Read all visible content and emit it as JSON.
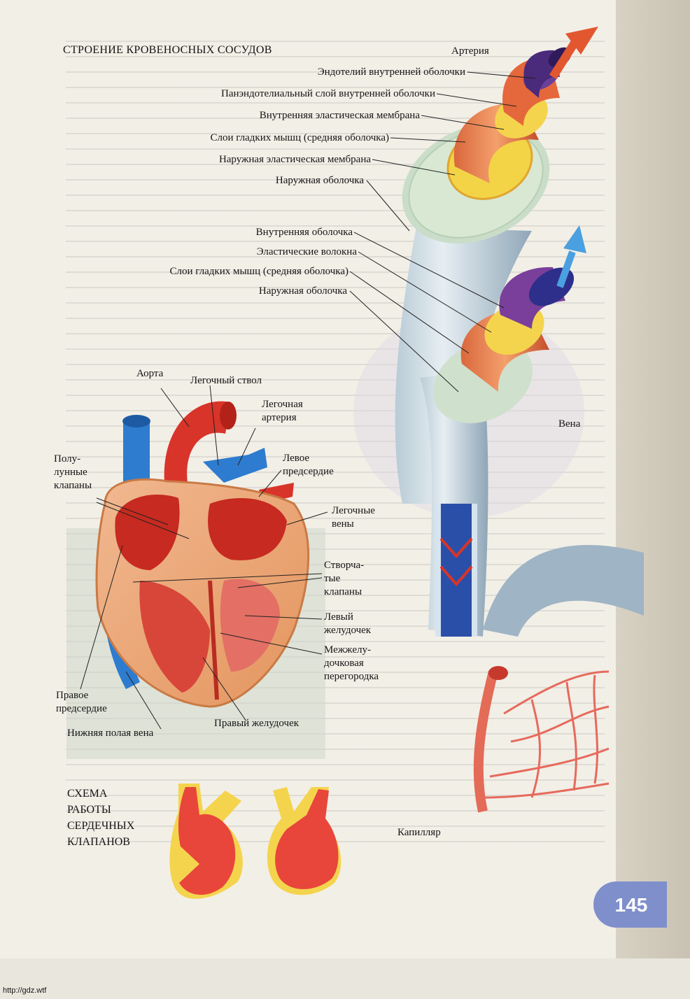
{
  "title": "СТРОЕНИЕ КРОВЕНОСНЫХ СОСУДОВ",
  "artery": {
    "title": "Артерия",
    "layers": [
      "Эндотелий внутренней оболочки",
      "Панэндотелиальный слой внутренней оболочки",
      "Внутренняя эластическая мембрана",
      "Слои гладких мышц (средняя оболочка)",
      "Наружная эластическая мембрана",
      "Наружная оболочка"
    ]
  },
  "vein": {
    "title": "Вена",
    "layers": [
      "Внутренняя оболочка",
      "Эластические волокна",
      "Слои гладких мышц (средняя оболочка)",
      "Наружная оболочка"
    ]
  },
  "capillary": {
    "label": "Капилляр"
  },
  "heart": {
    "aorta": "Аорта",
    "pulmonary_trunk": "Легочный ствол",
    "pulmonary_artery": [
      "Легочная",
      "артерия"
    ],
    "semilunar_valves": [
      "Полу-",
      "лунные",
      "клапаны"
    ],
    "left_atrium": [
      "Левое",
      "предсердие"
    ],
    "pulmonary_veins": [
      "Легочные",
      "вены"
    ],
    "cuspid_valves": [
      "Створча-",
      "тые",
      "клапаны"
    ],
    "left_ventricle": [
      "Левый",
      "желудочек"
    ],
    "septum": [
      "Межжелу-",
      "дочковая",
      "перегородка"
    ],
    "right_atrium": [
      "Правое",
      "предсердие"
    ],
    "inferior_vena_cava": "Нижняя полая вена",
    "right_ventricle": "Правый желудочек"
  },
  "schema": [
    "СХЕМА",
    "РАБОТЫ",
    "СЕРДЕЧНЫХ",
    "КЛАПАНОВ"
  ],
  "page_number": "145",
  "footer": "http://gdz.wtf",
  "colors": {
    "red": "#d8342a",
    "blue": "#2d7ccf",
    "yellow": "#f4d44d",
    "purple": "#4a2a7a",
    "tab": "#7f8fcb"
  }
}
